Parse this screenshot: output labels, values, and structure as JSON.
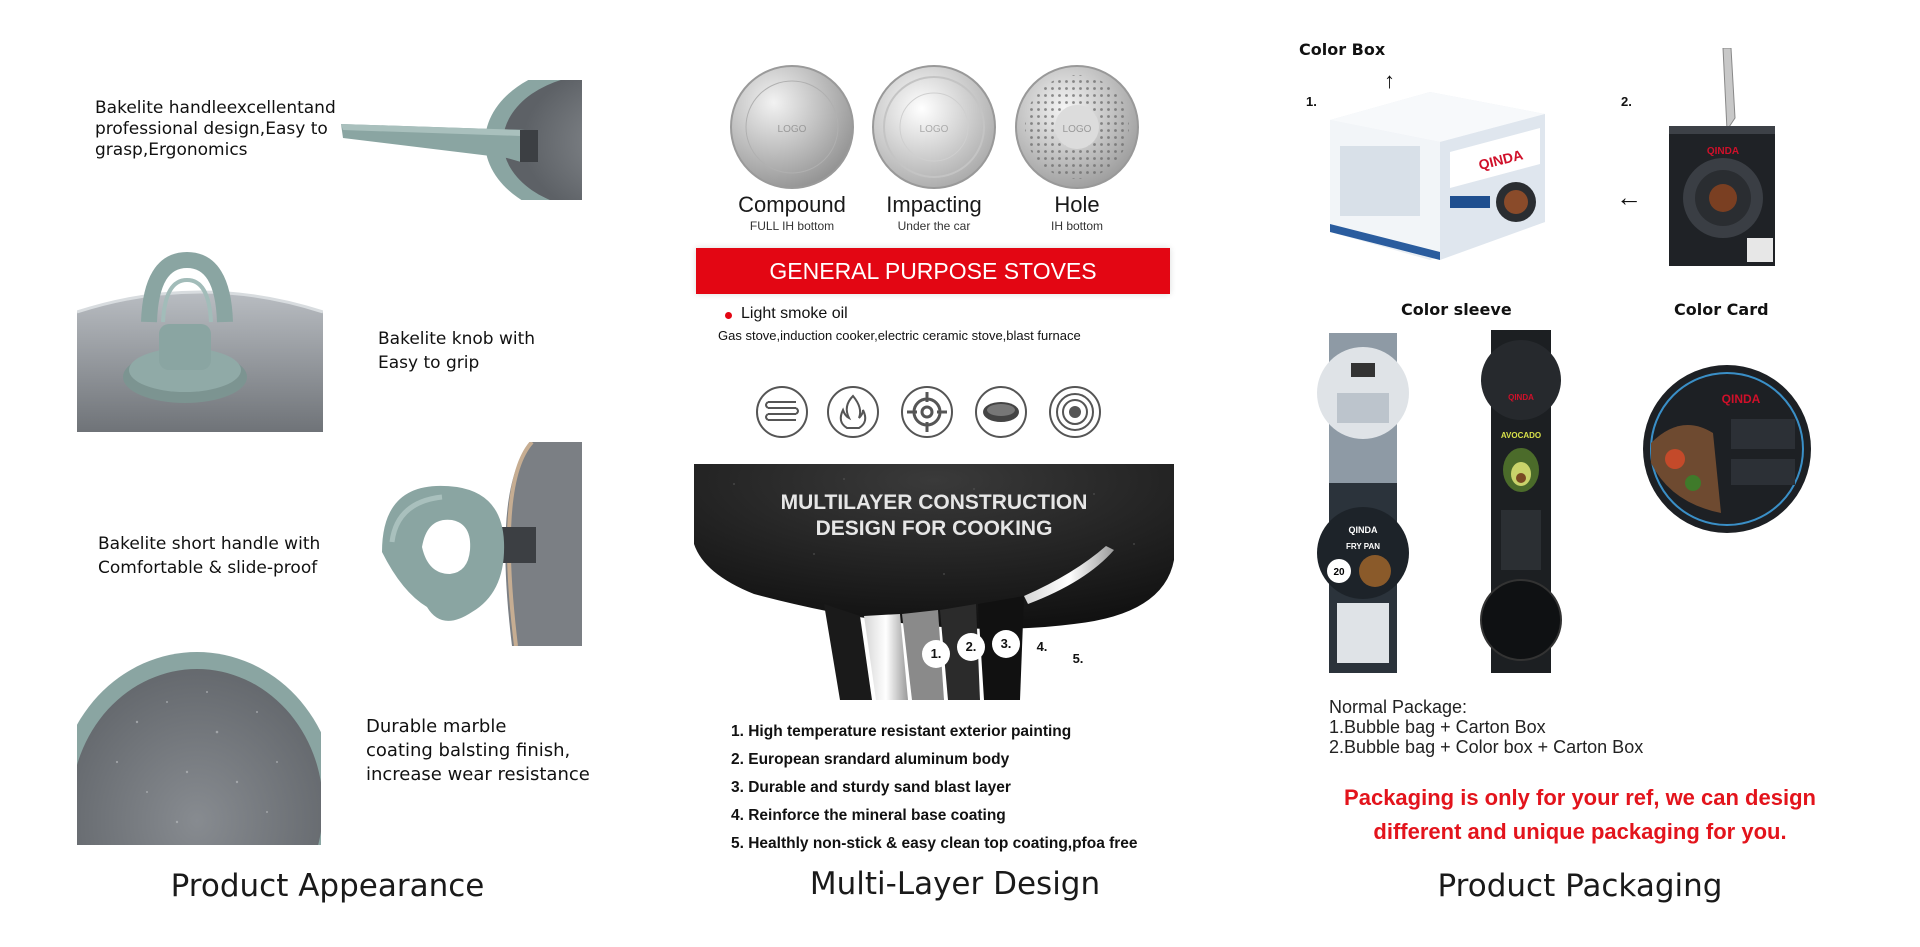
{
  "panel_appearance": {
    "caption": "Product Appearance",
    "features": [
      {
        "lines": [
          "Bakelite handleexcellentand",
          "professional design,Easy to",
          "grasp,Ergonomics"
        ]
      },
      {
        "lines": [
          "Bakelite knob with",
          "Easy to grip"
        ]
      },
      {
        "lines": [
          "Bakelite short handle with",
          "Comfortable & slide-proof"
        ]
      },
      {
        "lines": [
          "Durable marble",
          "coating balsting finish,",
          "increase wear resistance"
        ]
      }
    ],
    "colors": {
      "pan_teal": "#8aa5a2",
      "pan_grey": "#7b7f84"
    }
  },
  "panel_layers": {
    "caption": "Multi-Layer Design",
    "bottoms": [
      {
        "name": "Compound",
        "sub": "FULL IH bottom",
        "logo": "LOGO"
      },
      {
        "name": "Impacting",
        "sub": "Under the car",
        "logo": "LOGO"
      },
      {
        "name": "Hole",
        "sub": "IH bottom",
        "logo": "LOGO"
      }
    ],
    "stoves_banner": "GENERAL PURPOSE STOVES",
    "smoke_oil": "Light smoke oil",
    "stove_types": "Gas stove,induction cooker,electric ceramic stove,blast furnace",
    "stove_icons": [
      "induction-coil-icon",
      "gas-flame-icon",
      "gas-burner-icon",
      "ceramic-plate-icon",
      "electric-hob-icon"
    ],
    "construction_title_1": "MULTILAYER CONSTRUCTION",
    "construction_title_2": "DESIGN FOR COOKING",
    "layer_numbers": [
      "1.",
      "2.",
      "3.",
      "4.",
      "5."
    ],
    "layers": [
      "1. High temperature resistant exterior painting",
      "2. European srandard aluminum body",
      "3. Durable and sturdy sand blast layer",
      "4. Reinforce the mineral base coating",
      "5. Healthly non-stick & easy clean top coating,pfoa free"
    ],
    "colors": {
      "banner_red": "#e30613"
    }
  },
  "panel_packaging": {
    "caption": "Product Packaging",
    "color_box": "Color Box",
    "num1": "1.",
    "num2": "2.",
    "color_sleeve": "Color sleeve",
    "color_card": "Color Card",
    "brand": "QINDA",
    "sleeve_label": "FRY PAN",
    "sleeve_size": "20",
    "sleeve2_label": "AVOCADO",
    "normal_package_title": "Normal Package:",
    "normal_package_items": [
      "1.Bubble bag + Carton Box",
      "2.Bubble bag + Color box + Carton Box"
    ],
    "note_lines": [
      "Packaging is only for your ref, we can design",
      "different and unique packaging for you."
    ],
    "colors": {
      "note_red": "#e3141c"
    }
  }
}
